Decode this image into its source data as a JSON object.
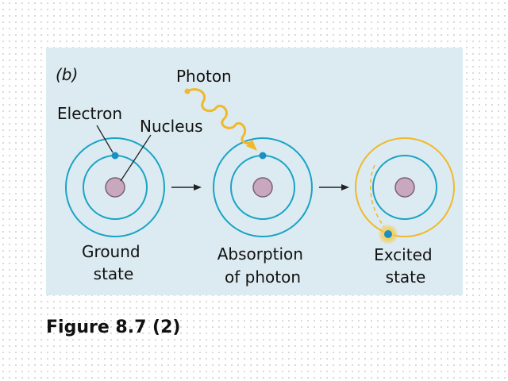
{
  "panel_label": "(b)",
  "labels": {
    "photon": "Photon",
    "electron": "Electron",
    "nucleus": "Nucleus",
    "ground_state": [
      "Ground",
      "state"
    ],
    "absorption": [
      "Absorption",
      "of photon"
    ],
    "excited_state": [
      "Excited",
      "state"
    ]
  },
  "caption": "Figure 8.7 (2)",
  "colors": {
    "panel_background": "#dcebf1",
    "orbit": "#1aa3c4",
    "electron": "#1a8fc4",
    "nucleus": "#c9a8bf",
    "photon": "#f0b82a",
    "arrow": "#222222"
  }
}
